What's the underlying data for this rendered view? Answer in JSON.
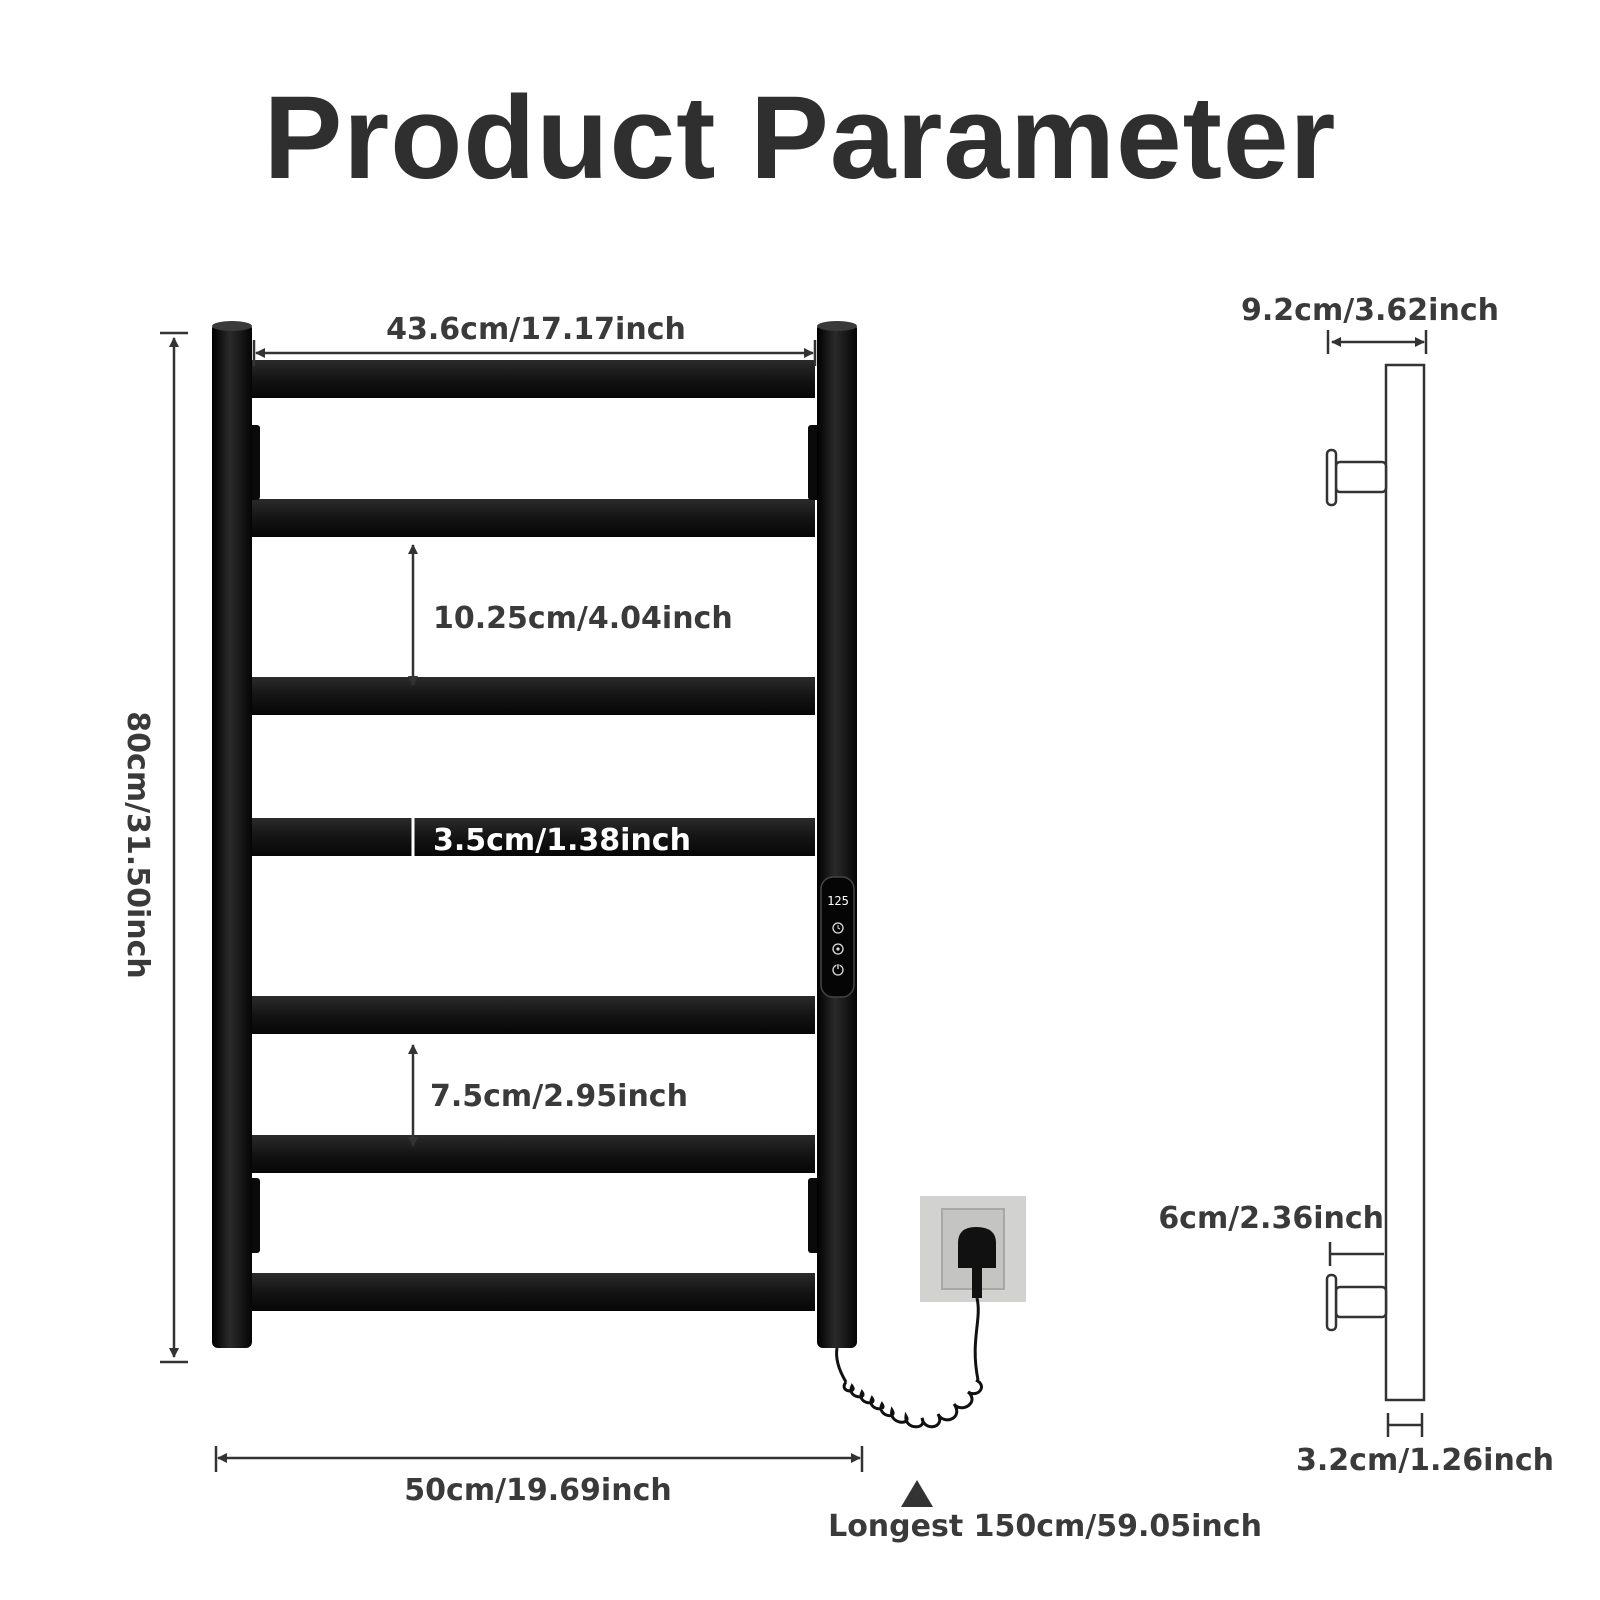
{
  "title": "Product Parameter",
  "dimensions": {
    "top_width": "43.6cm/17.17inch",
    "height": "80cm/31.50inch",
    "bar_gap_large": "10.25cm/4.04inch",
    "bar_gap_small": "7.5cm/2.95inch",
    "bar_thickness": "3.5cm/1.38inch",
    "total_width": "50cm/19.69inch",
    "cable_length": "Longest 150cm/59.05inch",
    "wall_depth": "9.2cm/3.62inch",
    "bracket_height": "6cm/2.36inch",
    "rail_diameter": "3.2cm/1.26inch"
  },
  "control_panel": {
    "display": "125"
  },
  "colors": {
    "rack": "#111111",
    "text": "#3a3a3a",
    "outline": "#333333"
  }
}
